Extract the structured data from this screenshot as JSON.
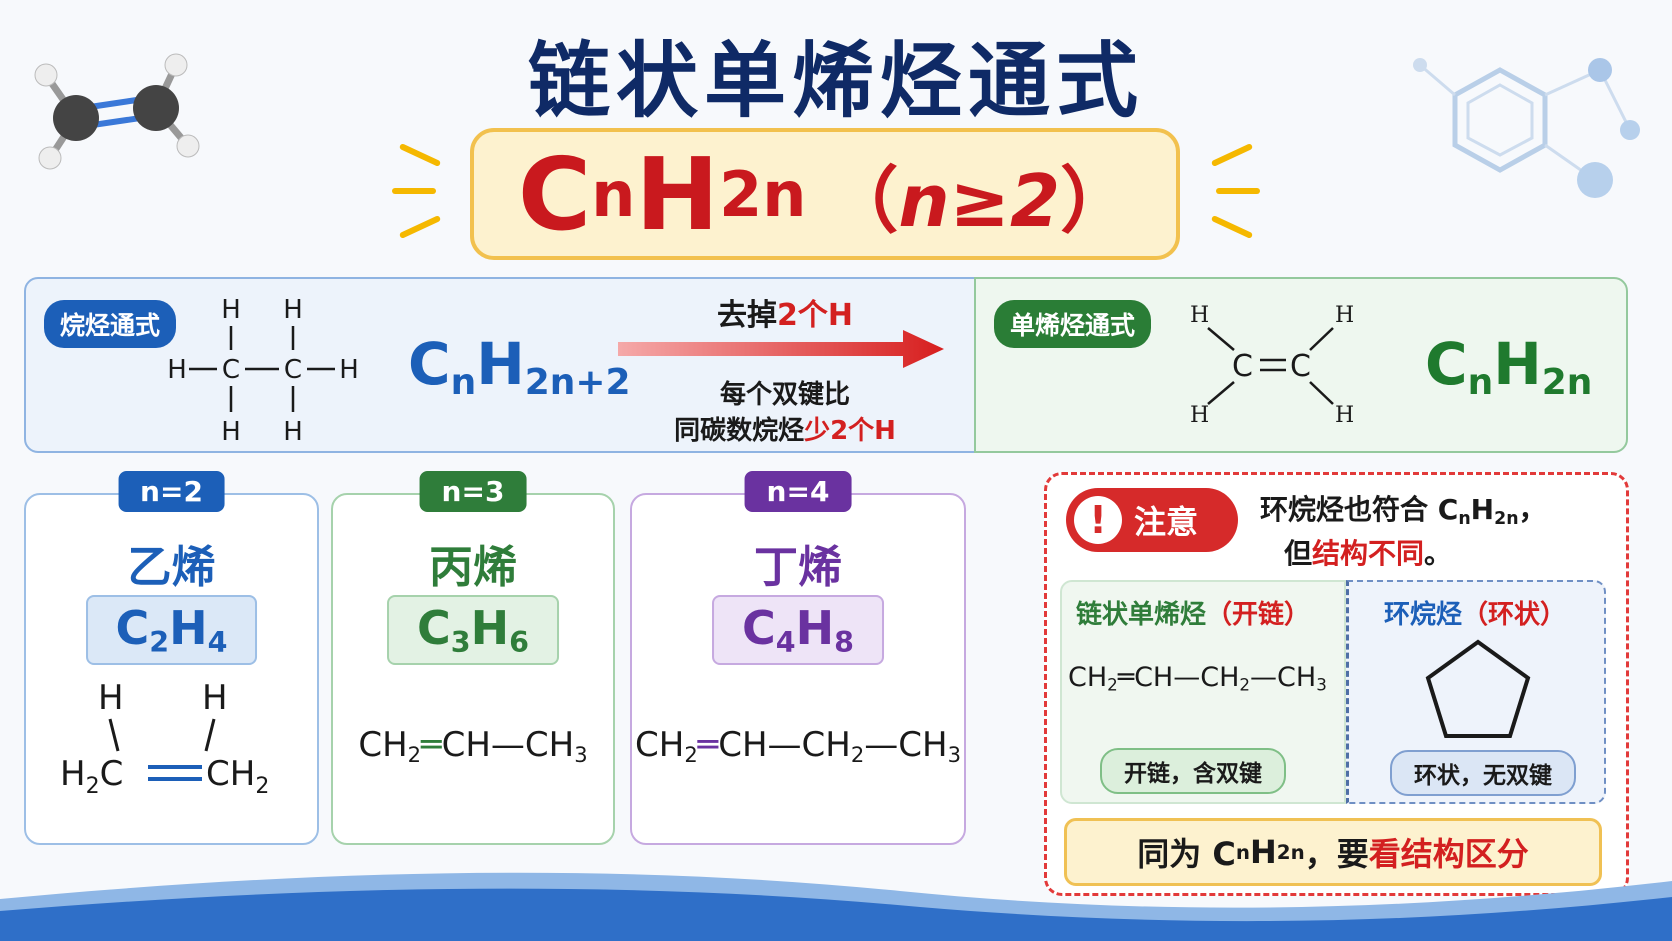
{
  "title": "链状单烯烃通式",
  "main_formula": {
    "c": "C",
    "n": "n",
    "h": "H",
    "h_sub": "2n",
    "open": "（",
    "condition": "n≥2",
    "close": "）"
  },
  "alkane": {
    "label": "烷烃通式",
    "formula_c": "C",
    "formula_n": "n",
    "formula_h": "H",
    "formula_sub": "2n+2",
    "color": "#1c5fb8"
  },
  "arrow": {
    "top_prefix": "去掉",
    "top_highlight": "2个H",
    "bottom_line1": "每个双键比",
    "bottom_prefix": "同碳数烷烃",
    "bottom_highlight": "少2个H"
  },
  "alkene": {
    "label": "单烯烃通式",
    "formula_c": "C",
    "formula_n": "n",
    "formula_h": "H",
    "formula_sub": "2n",
    "color": "#1f7a2e"
  },
  "examples": [
    {
      "tag": "n=2",
      "name": "乙烯",
      "f_c": "C",
      "f_cn": "2",
      "f_h": "H",
      "f_hn": "4",
      "color": "#1c5fb8"
    },
    {
      "tag": "n=3",
      "name": "丙烯",
      "f_c": "C",
      "f_cn": "3",
      "f_h": "H",
      "f_hn": "6",
      "color": "#2f7d3a"
    },
    {
      "tag": "n=4",
      "name": "丁烯",
      "f_c": "C",
      "f_cn": "4",
      "f_h": "H",
      "f_hn": "8",
      "color": "#6a32a0"
    }
  ],
  "notice": {
    "badge": "注意",
    "line1_prefix": "环烷烃也符合 C",
    "line1_sub1": "n",
    "line1_mid": "H",
    "line1_sub2": "2n",
    "line1_end": "，",
    "line2_prefix": "但",
    "line2_highlight": "结构不同",
    "line2_end": "。",
    "left_title": "链状单烯烃",
    "left_paren": "（开链）",
    "left_tag": "开链，含双键",
    "right_title": "环烷烃",
    "right_paren": "（环状）",
    "right_tag": "环状，无双键",
    "bottom_prefix": "同为 C",
    "bottom_sub1": "n",
    "bottom_mid": "H",
    "bottom_sub2": "2n",
    "bottom_comma": "，要",
    "bottom_highlight": "看结构区分"
  }
}
